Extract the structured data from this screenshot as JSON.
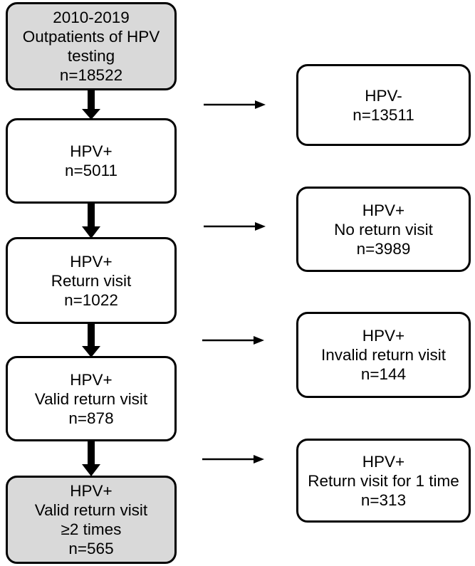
{
  "flowchart": {
    "main_boxes": [
      {
        "id": "m0",
        "lines": [
          "2010-2019",
          "Outpatients of  HPV",
          "testing",
          "n=18522"
        ],
        "shaded": true
      },
      {
        "id": "m1",
        "lines": [
          "HPV+",
          "n=5011"
        ],
        "shaded": false
      },
      {
        "id": "m2",
        "lines": [
          "HPV+",
          "Return visit",
          "n=1022"
        ],
        "shaded": false
      },
      {
        "id": "m3",
        "lines": [
          "HPV+",
          "Valid return visit",
          "n=878"
        ],
        "shaded": false
      },
      {
        "id": "m4",
        "lines": [
          "HPV+",
          "Valid return visit",
          "≥2 times",
          "n=565"
        ],
        "shaded": true
      }
    ],
    "side_boxes": [
      {
        "id": "s0",
        "lines": [
          "HPV-",
          "n=13511"
        ]
      },
      {
        "id": "s1",
        "lines": [
          "HPV+",
          "No return visit",
          "n=3989"
        ]
      },
      {
        "id": "s2",
        "lines": [
          "HPV+",
          "Invalid return visit",
          "n=144"
        ]
      },
      {
        "id": "s3",
        "lines": [
          "HPV+",
          "Return visit  for 1 time",
          "n=313"
        ]
      }
    ],
    "colors": {
      "shaded_fill": "#d9d9d9",
      "border": "#000000",
      "fill": "#ffffff"
    }
  }
}
